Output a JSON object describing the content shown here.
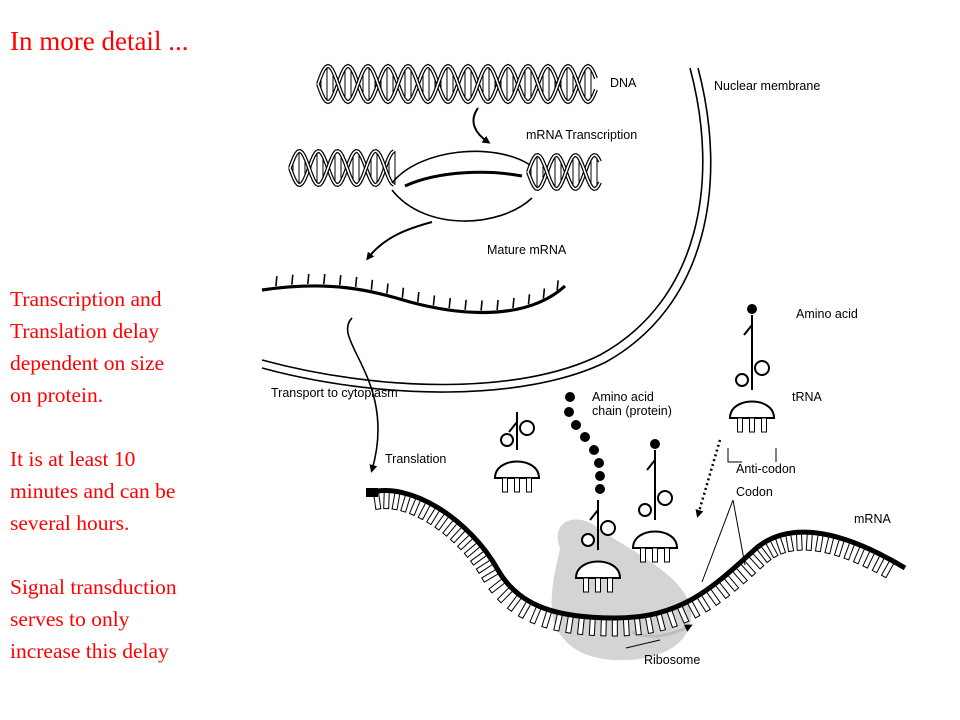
{
  "slide": {
    "title": "In more detail ...",
    "paragraphs": [
      [
        "Transcription and",
        "Translation delay",
        "dependent on size",
        "on protein."
      ],
      [
        "It is at least 10",
        "minutes and can be",
        "several hours."
      ],
      [
        "Signal transduction",
        "serves to only",
        "increase this delay"
      ]
    ]
  },
  "diagram": {
    "labels": {
      "dna": "DNA",
      "nuclear_membrane": "Nuclear membrane",
      "mrna_transcription": "mRNA Transcription",
      "mature_mrna": "Mature mRNA",
      "transport": "Transport to cytoplasm",
      "translation": "Translation",
      "amino_acid": "Amino acid",
      "trna": "tRNA",
      "amino_acid_chain_1": "Amino acid",
      "amino_acid_chain_2": "chain (protein)",
      "anti_codon": "Anti-codon",
      "codon": "Codon",
      "mrna": "mRNA",
      "ribosome": "Ribosome"
    },
    "colors": {
      "text_accent": "#ff0000",
      "ribosome": "#d4d4d4",
      "ink": "#000000"
    }
  }
}
